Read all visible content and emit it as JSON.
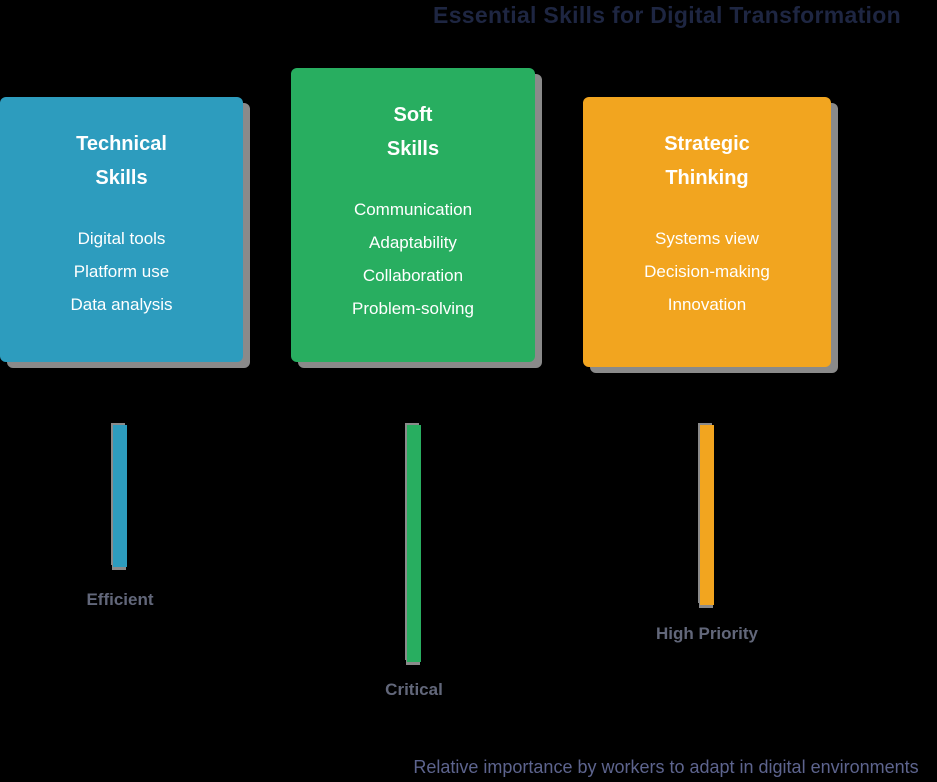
{
  "title": "Essential Skills for Digital Transformation",
  "caption": "Relative importance by workers to adapt in digital environments",
  "colors": {
    "background": "#000000",
    "teal": "#2D9CBE",
    "green": "#28AE60",
    "orange": "#F2A51F",
    "shadow": "#8A8A8A",
    "title_text": "#1E2642",
    "caption_text": "#5D648E",
    "bar_label_text": "#62677A",
    "card_text": "#FFFFFF"
  },
  "cards": [
    {
      "title_lines": [
        "Technical",
        "Skills"
      ],
      "items": [
        "Digital tools",
        "Platform use",
        "Data analysis"
      ],
      "color": "#2D9CBE"
    },
    {
      "title_lines": [
        "Soft",
        "Skills"
      ],
      "items": [
        "Communication",
        "Adaptability",
        "Collaboration",
        "Problem-solving"
      ],
      "color": "#28AE60"
    },
    {
      "title_lines": [
        "Strategic",
        "Thinking"
      ],
      "items": [
        "Systems view",
        "Decision-making",
        "Innovation"
      ],
      "color": "#F2A51F"
    }
  ],
  "chart_data": {
    "type": "bar",
    "categories": [
      "Efficient",
      "Critical",
      "High Priority"
    ],
    "values": [
      142,
      237,
      180
    ],
    "series_note": "values are relative bar heights in pixels; no numeric axis shown",
    "title": "Essential Skills for Digital Transformation",
    "xlabel": "Relative importance by workers to adapt in digital environments",
    "ylabel": "",
    "legend": [],
    "grid": false,
    "bar_colors": [
      "#2D9CBE",
      "#28AE60",
      "#F2A51F"
    ]
  }
}
